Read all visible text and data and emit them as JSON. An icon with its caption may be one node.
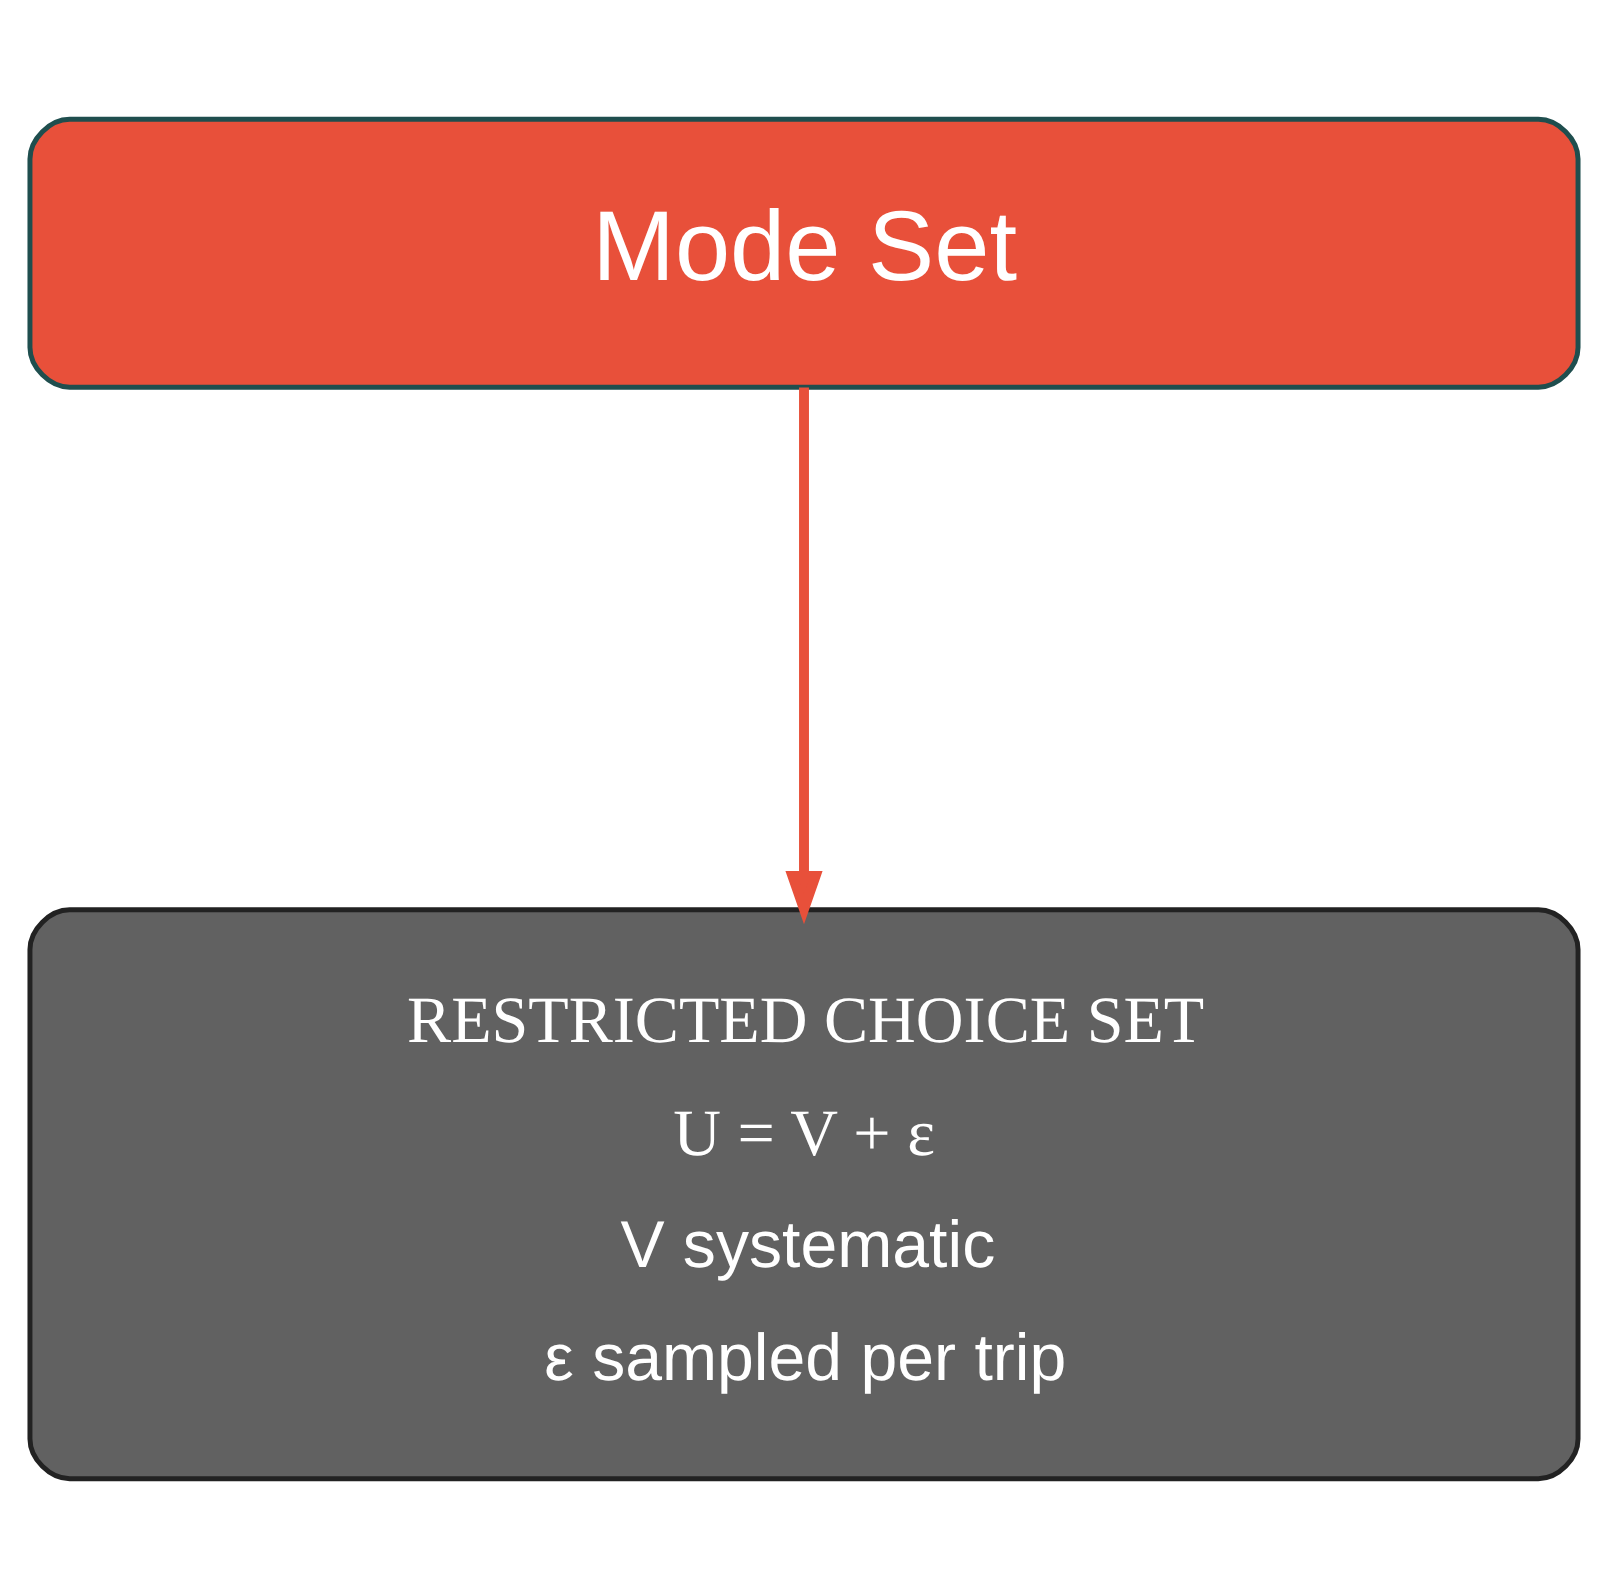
{
  "diagram": {
    "nodes": [
      {
        "text": [
          "Mode Set"
        ]
      },
      {
        "text": [
          "RESTRICTED CHOICE SET",
          "U = V + ε",
          "V systematic",
          "ε sampled per trip"
        ]
      }
    ],
    "edges": [
      {
        "from": 0,
        "to": 1,
        "arrow": "to",
        "color": "#e8503a"
      }
    ]
  }
}
